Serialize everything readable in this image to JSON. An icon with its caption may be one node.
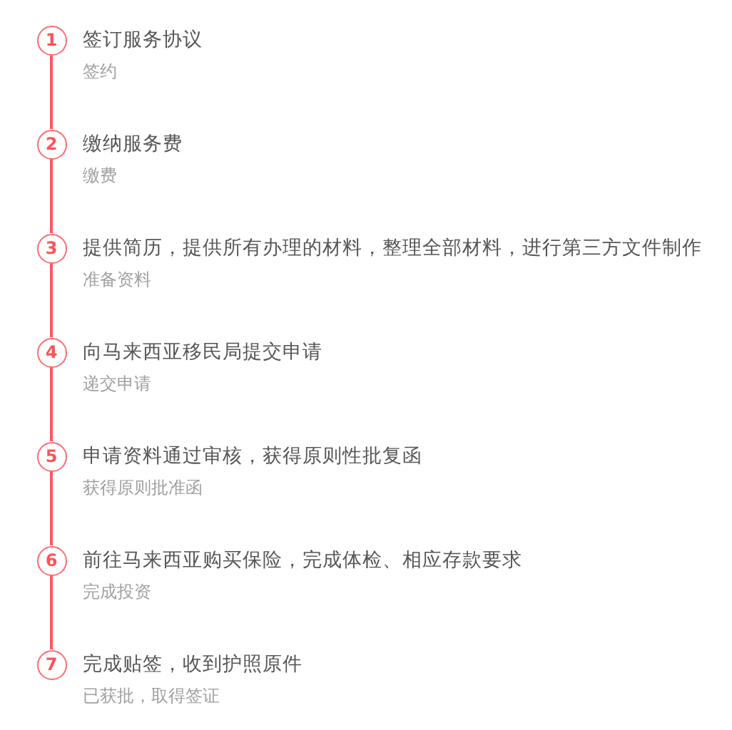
{
  "diagram": {
    "nodes": [
      {
        "text": [
          "1"
        ],
        "beside": [
          "签订服务协议",
          "签约"
        ]
      },
      {
        "text": [
          "2"
        ],
        "beside": [
          "缴纳服务费",
          "缴费"
        ]
      },
      {
        "text": [
          "3"
        ],
        "beside": [
          "提供简历，提供所有办理的材料，整理全部材料，进行第三方文件制作",
          "准备资料"
        ]
      },
      {
        "text": [
          "4"
        ],
        "beside": [
          "向马来西亚移民局提交申请",
          "递交申请"
        ]
      },
      {
        "text": [
          "5"
        ],
        "beside": [
          "申请资料通过审核，获得原则性批复函",
          "获得原则批准函"
        ]
      },
      {
        "text": [
          "6"
        ],
        "beside": [
          "前往马来西亚购买保险，完成体检、相应存款要求",
          "完成投资"
        ]
      },
      {
        "text": [
          "7"
        ],
        "beside": [
          "完成贴签，收到护照原件",
          "已获批，取得签证"
        ]
      }
    ],
    "edges": [
      {
        "from": 0,
        "to": 1,
        "arrow": "none"
      },
      {
        "from": 1,
        "to": 2,
        "arrow": "none"
      },
      {
        "from": 2,
        "to": 3,
        "arrow": "none"
      },
      {
        "from": 3,
        "to": 4,
        "arrow": "none"
      },
      {
        "from": 4,
        "to": 5,
        "arrow": "none"
      },
      {
        "from": 5,
        "to": 6,
        "arrow": "none"
      }
    ]
  }
}
